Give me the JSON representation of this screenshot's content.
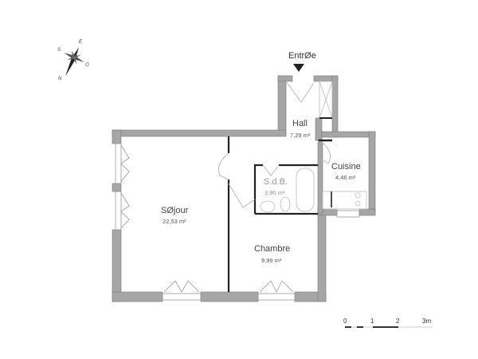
{
  "entry": {
    "label": "EntrØe"
  },
  "compass": {
    "letters": [
      "S",
      "E",
      "O",
      "N"
    ]
  },
  "rooms": [
    {
      "id": "hall",
      "name": "Hall",
      "area": "7,29 m²"
    },
    {
      "id": "cuisine",
      "name": "Cuisine",
      "area": "4,46 m²"
    },
    {
      "id": "sdb",
      "name": "S.d.B.",
      "area": "3,96 m²"
    },
    {
      "id": "sejour",
      "name": "SØjour",
      "area": "22,53 m²"
    },
    {
      "id": "chambre",
      "name": "Chambre",
      "area": "9,99 m²"
    }
  ],
  "scale_bar": {
    "ticks": [
      "0",
      "1",
      "2",
      "3m"
    ]
  },
  "colors": {
    "wall": "#a6a6a6",
    "wall_stroke": "#7a7a7a",
    "fixture": "#bbbbbb",
    "partition": "#222222"
  }
}
